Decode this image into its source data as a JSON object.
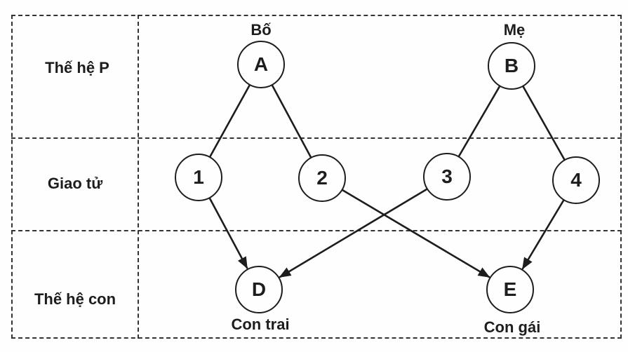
{
  "diagram": {
    "rows": [
      {
        "id": "generation-p",
        "label": "Thế hệ P"
      },
      {
        "id": "gametes",
        "label": "Giao tử"
      },
      {
        "id": "generation-offspring",
        "label": "Thế hệ con"
      }
    ],
    "nodes": {
      "A": {
        "label": "A",
        "caption": "Bố"
      },
      "B": {
        "label": "B",
        "caption": "Mẹ"
      },
      "g1": {
        "label": "1"
      },
      "g2": {
        "label": "2"
      },
      "g3": {
        "label": "3"
      },
      "g4": {
        "label": "4"
      },
      "D": {
        "label": "D",
        "caption": "Con trai"
      },
      "E": {
        "label": "E",
        "caption": "Con gái"
      }
    },
    "edges": {
      "plain": [
        "A→1",
        "A→2",
        "B→3",
        "B→4"
      ],
      "arrows": [
        "1→D",
        "2→E",
        "3→D",
        "4→E"
      ]
    },
    "colors": {
      "stroke": "#1d1d1d",
      "grid_dash": "#333333",
      "background": "#fefefe"
    }
  }
}
